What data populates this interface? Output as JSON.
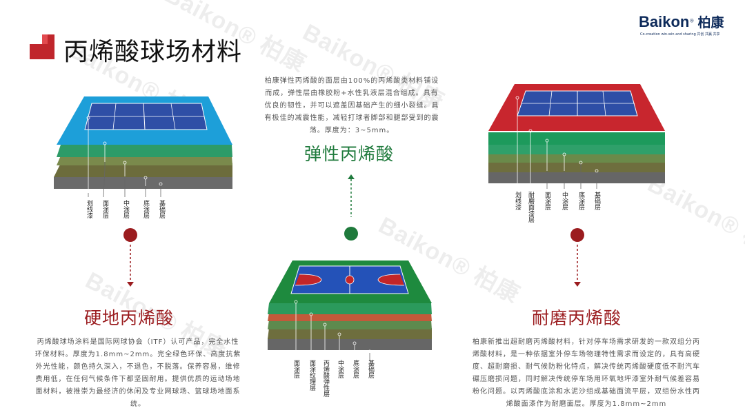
{
  "page": {
    "title": "丙烯酸球场材料"
  },
  "logo": {
    "name": "Baikon",
    "chinese": "柏康",
    "tagline": "Co-creation win-win and sharing 共创 共赢 共享",
    "registered": "®"
  },
  "watermarks": [
    "Baikon® 柏康",
    "Baikon® 柏康",
    "Baikon® 柏康",
    "Baikon® 柏康",
    "Baikon® 柏康",
    "Baikon® 柏康"
  ],
  "colors": {
    "red": "#9b1c1f",
    "green": "#1f7a3c",
    "title_mark": "#c0262c"
  },
  "hard": {
    "title": "硬地丙烯酸",
    "description": "丙烯酸球场涂料是国际网球协会（ITF）认可产品，完全水性环保材料。厚度为1.8mm~2mm。完全绿色环保、高度抗紫外光性能，颜色持久深入，不退色，不脱落。保养容易，维修费用低，在任何气候条件下都坚固耐用。提供优质的运动场地面材料，被推崇为最经济的休闲及专业网球场、篮球场地面系统。",
    "layers": [
      "划线漆",
      "面涂层",
      "中涂层",
      "底涂层",
      "基础层"
    ]
  },
  "elastic": {
    "title": "弹性丙烯酸",
    "description": "柏康弹性丙烯酸的面层由100%的丙烯酸类材料铺设而成，弹性层由橡胶粉+水性乳液层混合组成。具有优良的韧性，并可以遮盖因基础产生的细小裂缝。具有极佳的减震性能，减轻打球者脚部和腿部受到的震荡。厚度为：3~5mm。",
    "layers": [
      "面涂层",
      "面涂纹理层",
      "丙烯酸弹性层",
      "中涂层",
      "底涂层",
      "基础层"
    ]
  },
  "wear": {
    "title": "耐磨丙烯酸",
    "description": "柏康新推出超耐磨丙烯酸材料，针对停车场需求研发的一款双组分丙烯酸材料，是一种依据室外停车场物理特性需求而设定的，具有高硬度、超耐磨损、耐气候防粉化特点，解决传统丙烯酸硬度低不耐汽车碾压磨损问题，同时解决传统停车场用环氧地坪漆室外耐气候差容易粉化问题。以丙烯酸底涂和水泥沙组成基础面流平层，双组份水性丙烯酸面漆作为耐磨面层。厚度为1.8mm~2mm",
    "layers": [
      "划线漆",
      "耐磨面漆层",
      "面涂层",
      "中涂层",
      "底涂层",
      "基础层"
    ]
  }
}
